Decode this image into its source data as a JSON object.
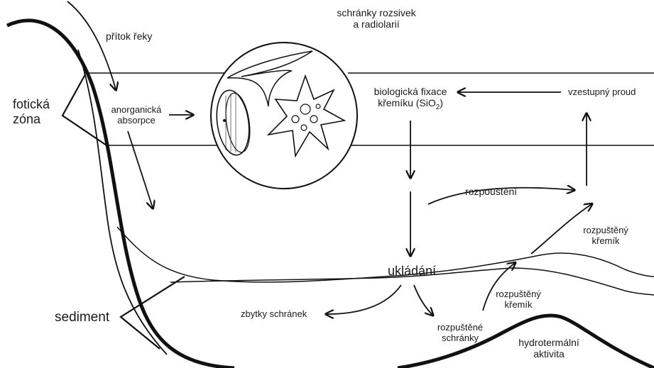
{
  "labels": {
    "river_inflow": "přítok řeky",
    "shells_line1": "schránky rozsivek",
    "shells_line2": "a radiolarií",
    "photic_line1": "fotická",
    "photic_line2": "zóna",
    "inorganic_line1": "anorganická",
    "inorganic_line2": "absorpce",
    "biofix_line1": "biologická fixace",
    "biofix_line2_prefix": "křemíku (SiO",
    "biofix_sub": "2",
    "biofix_suffix": ")",
    "upwelling": "vzestupný proud",
    "dissolution": "rozpouštění",
    "dissolved_silica_right_1": "rozpuštěný",
    "dissolved_silica_right_2": "křemík",
    "deposition": "ukládání",
    "dissolved_silica_mid_1": "rozpuštěný",
    "dissolved_silica_mid_2": "křemík",
    "shell_remains": "zbytky schránek",
    "dissolved_shells_1": "rozpuštěné",
    "dissolved_shells_2": "schránky",
    "sediment": "sediment",
    "hydrothermal_1": "hydrotermální",
    "hydrothermal_2": "aktivita"
  },
  "colors": {
    "stroke": "#111111",
    "background": "#ffffff"
  }
}
